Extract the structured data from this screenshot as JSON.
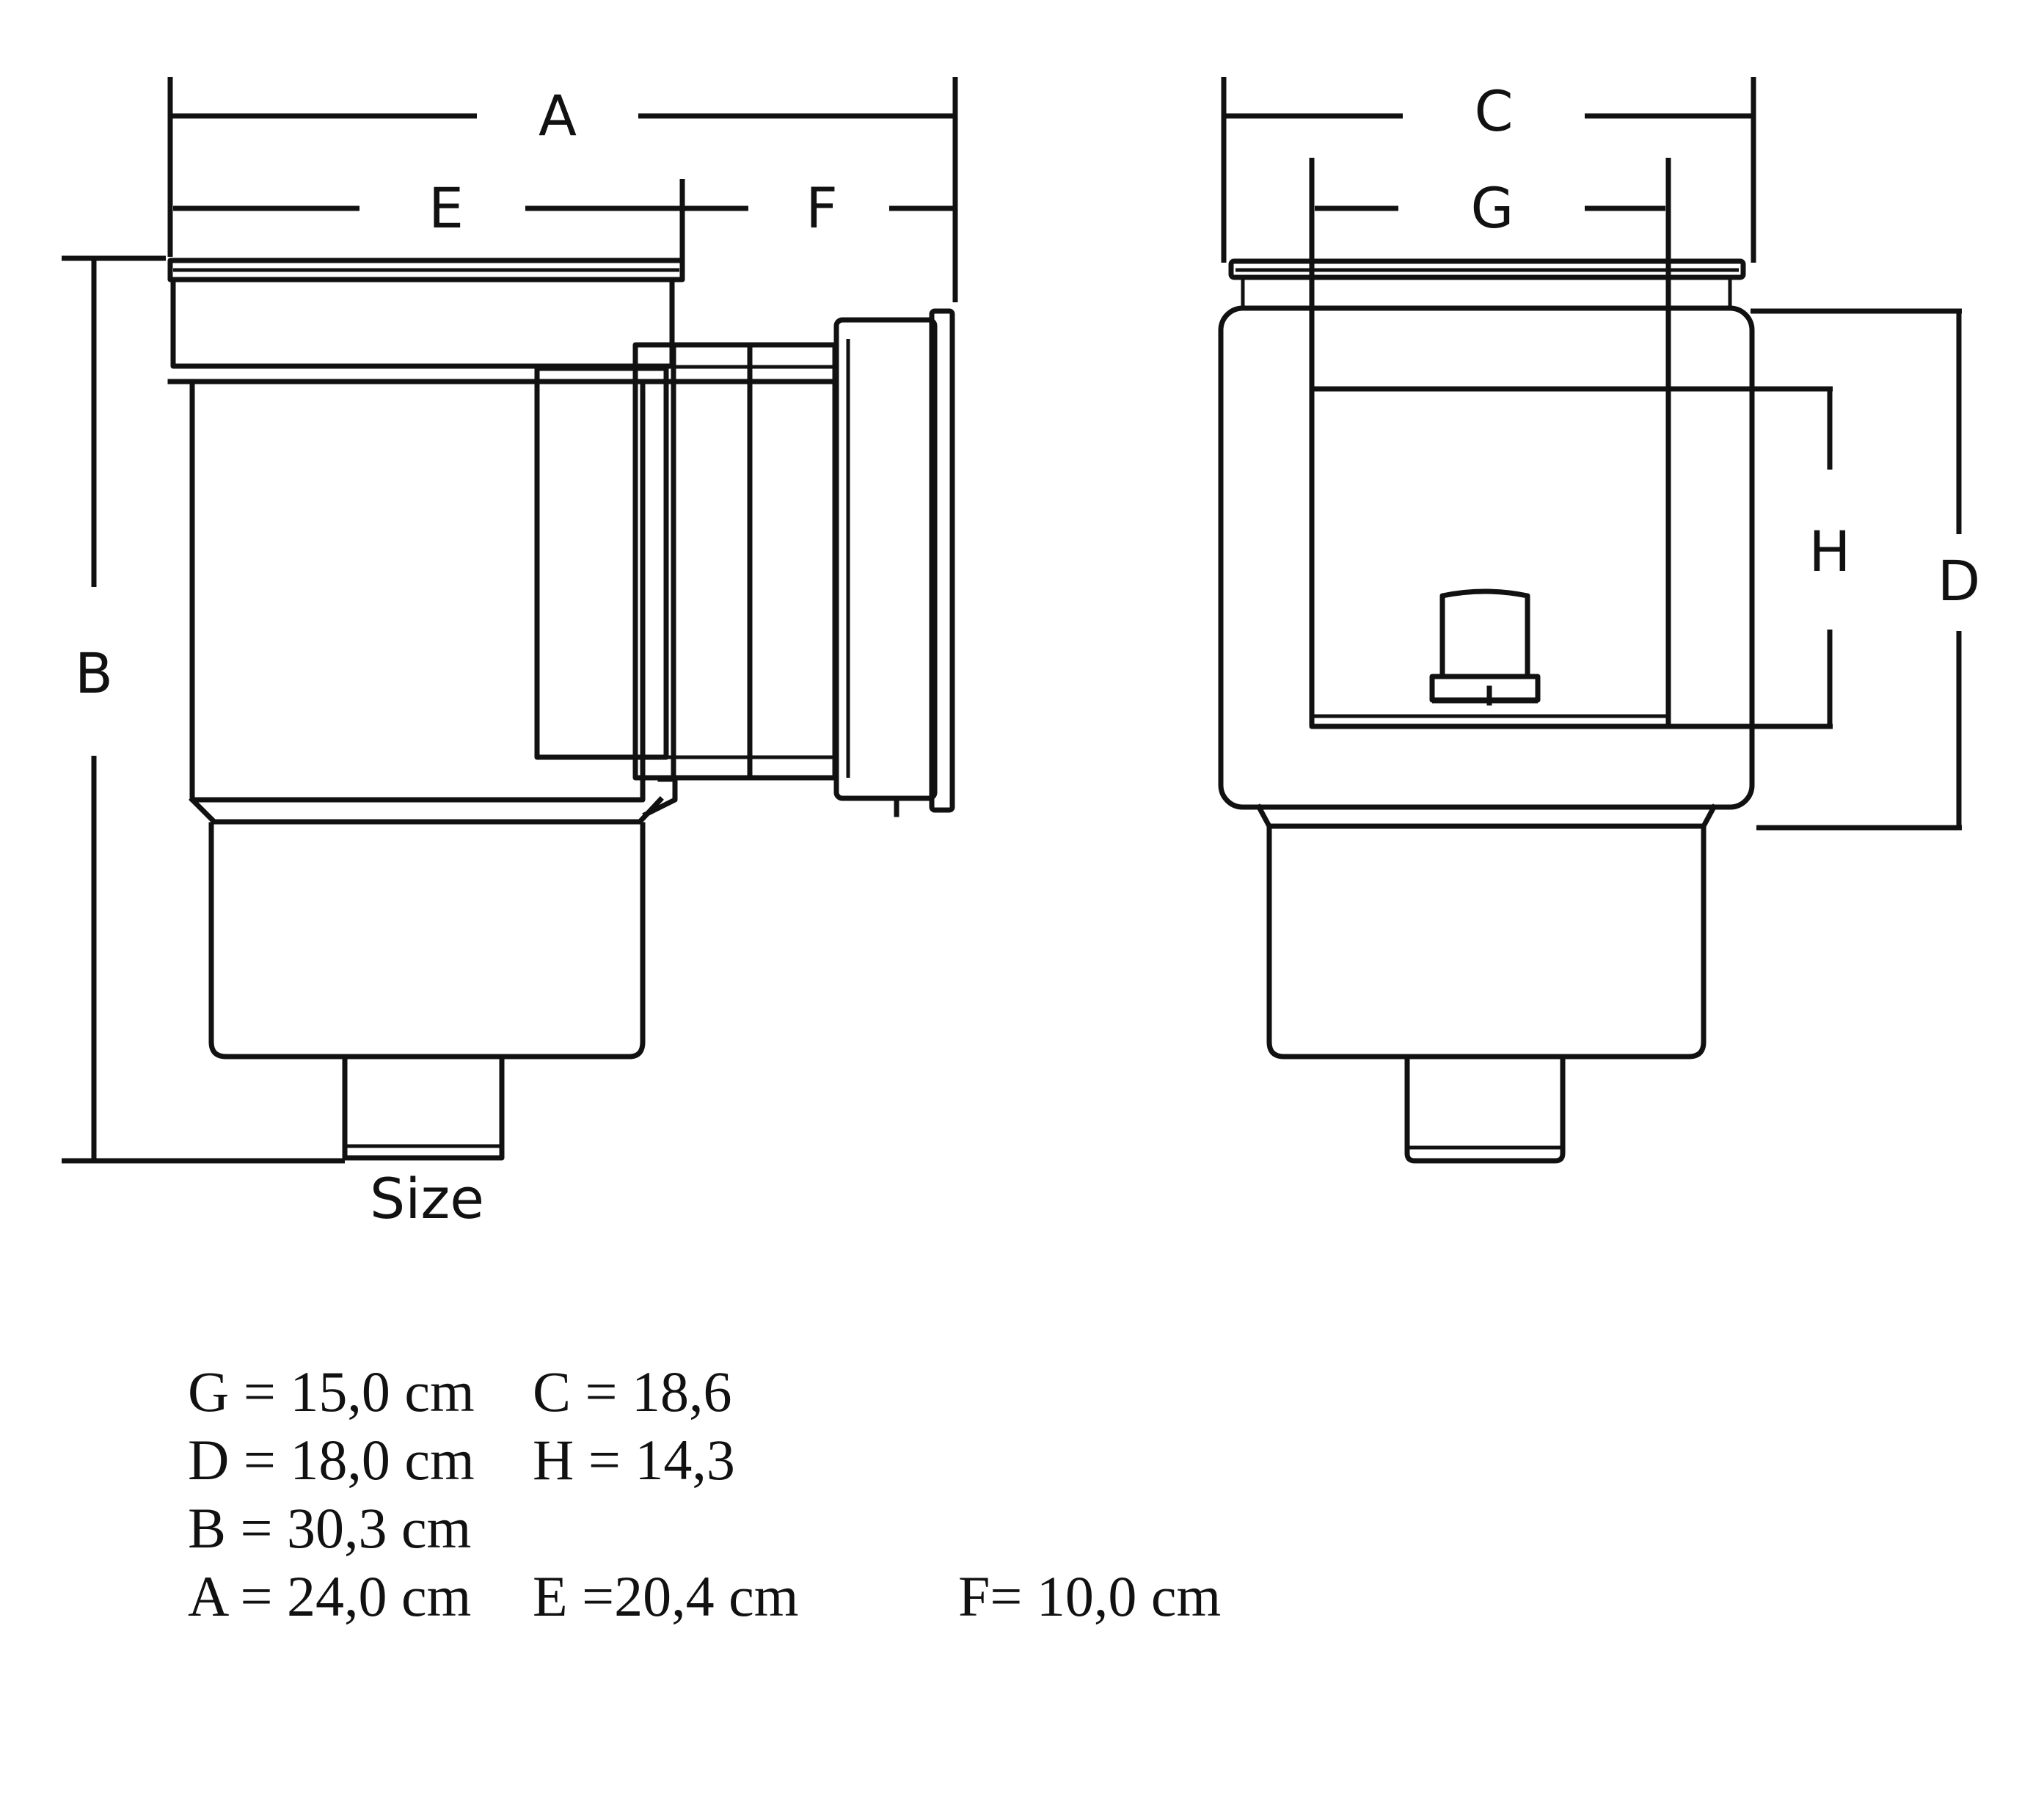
{
  "labels": {
    "A": "A",
    "B": "B",
    "C": "C",
    "D": "D",
    "E": "E",
    "F": "F",
    "G": "G",
    "H": "H",
    "size": "Size"
  },
  "dimensions": {
    "rows": [
      {
        "c1": "G = 15,0 cm",
        "c2": "C = 18,6",
        "c3": ""
      },
      {
        "c1": "D = 18,0 cm",
        "c2": "H = 14,3",
        "c3": ""
      },
      {
        "c1": "B = 30,3 cm",
        "c2": "",
        "c3": ""
      },
      {
        "c1": "A = 24,0 cm",
        "c2": "E =20,4 cm",
        "c3": "F= 10,0 cm"
      }
    ]
  }
}
